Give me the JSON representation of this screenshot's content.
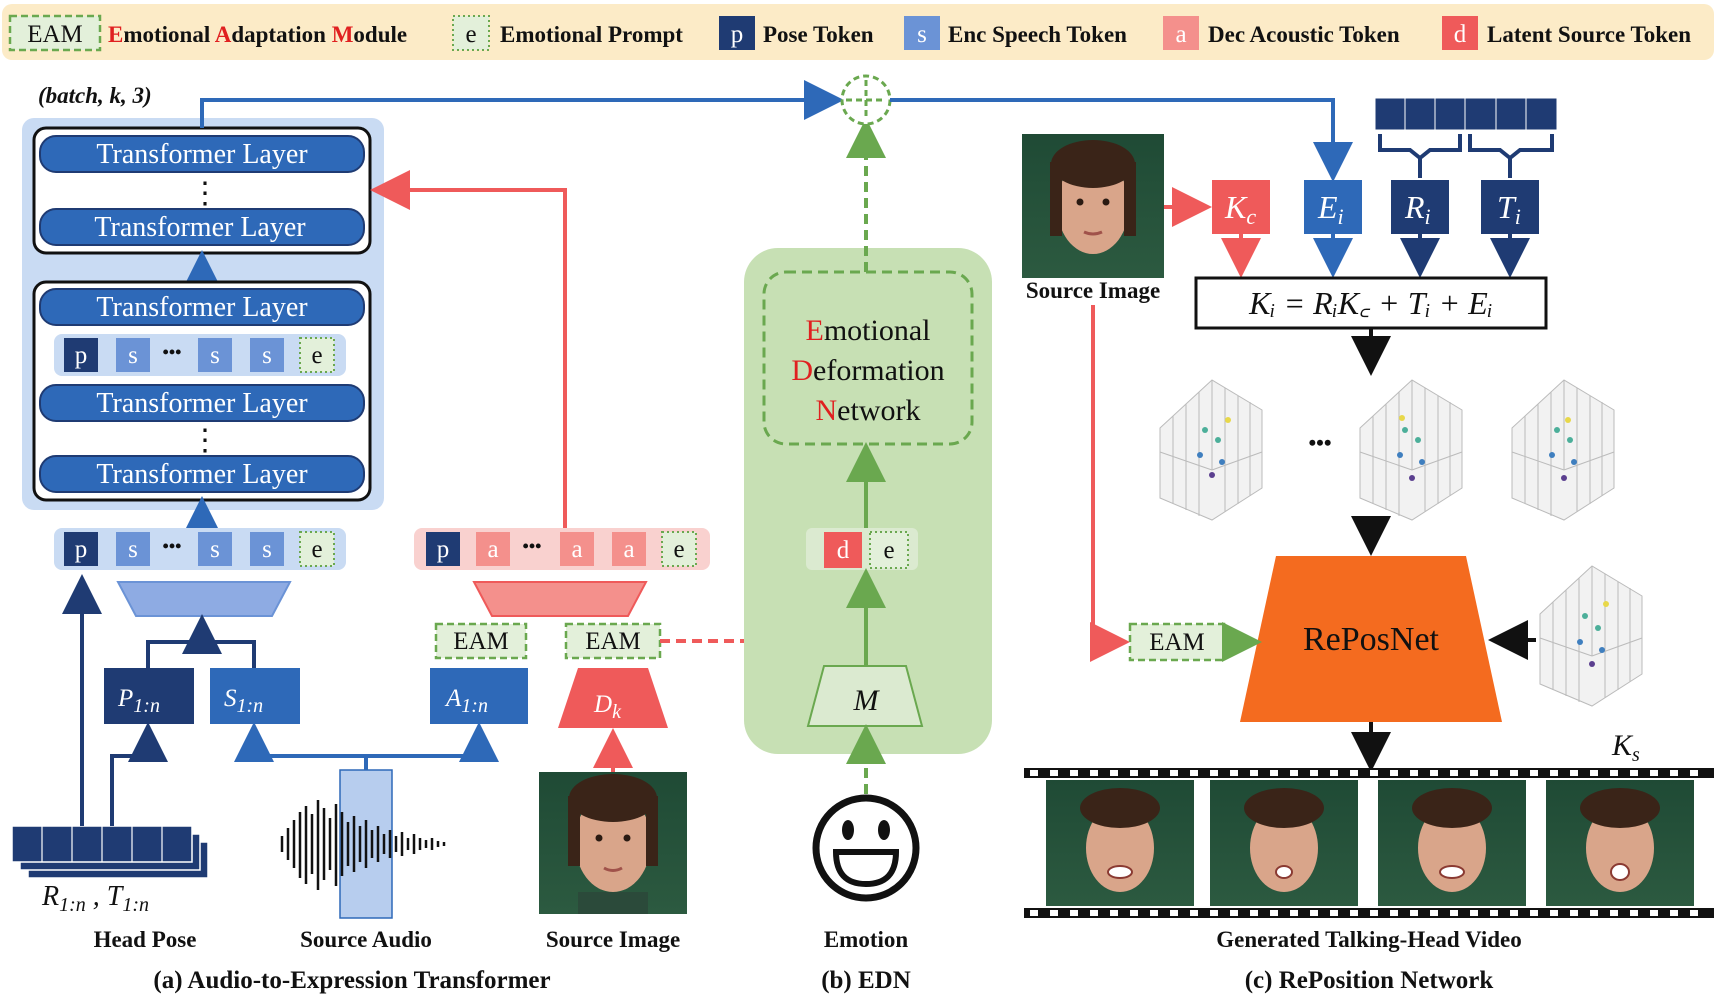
{
  "legend": {
    "eam_box": "EAM",
    "eam_text": "Emotional Adaptation Module",
    "prompt_box": "e",
    "prompt_text": "Emotional Prompt",
    "pose_box": "p",
    "pose_text": "Pose Token",
    "speech_box": "s",
    "speech_text": "Enc Speech Token",
    "acoustic_box": "a",
    "acoustic_text": "Dec Acoustic Token",
    "latent_box": "d",
    "latent_text": "Latent Source Token"
  },
  "panel_a": {
    "shape_label": "(batch, k, 3)",
    "transformer_layer": "Transformer Layer",
    "dots": "⋮",
    "ellipsis": "•••",
    "tok_p": "p",
    "tok_s": "s",
    "tok_e": "e",
    "tok_a": "a",
    "p_input": "P",
    "p_sub": "1:n",
    "s_input": "S",
    "s_sub": "1:n",
    "a_input": "A",
    "a_sub": "1:n",
    "dk": "D",
    "dk_sub": "k",
    "eam1": "EAM",
    "eam2": "EAM",
    "pose_formula": "R",
    "pose_sub": "1:n",
    "pose_t": "T",
    "pose_t_sub": "1:n",
    "head_pose": "Head Pose",
    "source_audio": "Source Audio",
    "source_image": "Source Image",
    "caption": "(a) Audio-to-Expression Transformer"
  },
  "panel_b": {
    "edn_line1_cap": "E",
    "edn_line1": "motional",
    "edn_line2_cap": "D",
    "edn_line2": "eformation",
    "edn_line3_cap": "N",
    "edn_line3": "etwork",
    "tok_d": "d",
    "tok_e": "e",
    "m_label": "M",
    "emotion": "Emotion",
    "caption": "(b) EDN"
  },
  "panel_c": {
    "source_image": "Source Image",
    "kc": "K",
    "kc_sub": "c",
    "ei": "E",
    "ei_sub": "i",
    "ri": "R",
    "ri_sub": "i",
    "ti": "T",
    "ti_sub": "i",
    "formula": "Kᵢ = RᵢK꜀ + Tᵢ + Eᵢ",
    "ellipsis": "•••",
    "eam": "EAM",
    "reposnet": "RePosNet",
    "ks": "K",
    "ks_sub": "s",
    "video": "Generated Talking-Head Video",
    "caption": "(c) RePosition Network"
  },
  "colors": {
    "navy": "#1f3b73",
    "blue": "#2e69b8",
    "light_blue": "#6b93d6",
    "red": "#ef5a5a",
    "green": "#6aa84f",
    "orange": "#f46b1f",
    "legend_bg": "#fcebc7"
  }
}
